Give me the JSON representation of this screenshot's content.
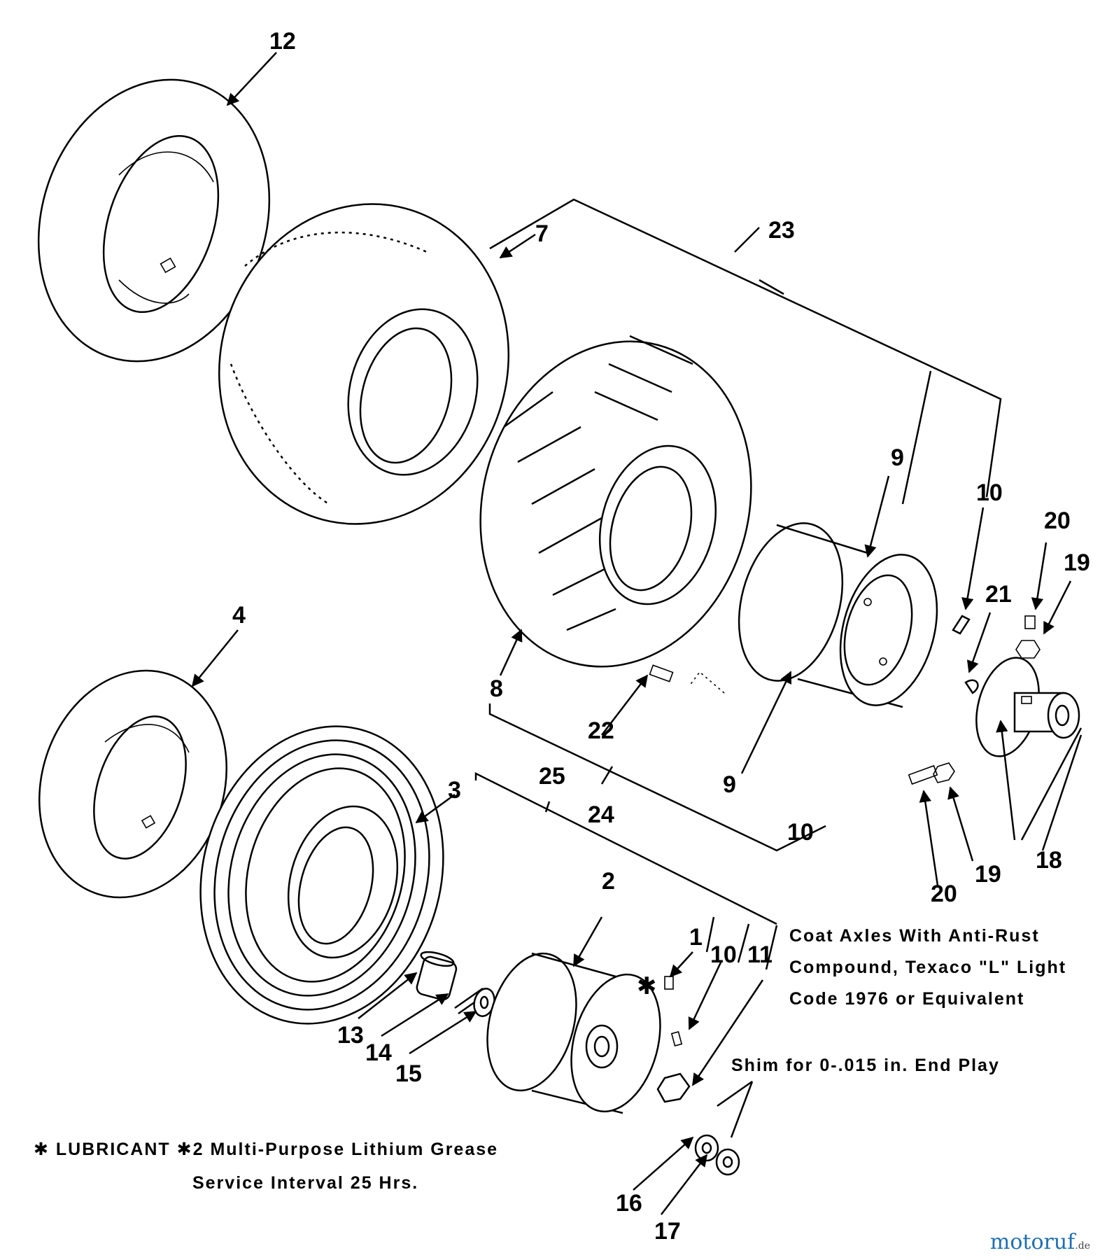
{
  "callouts": [
    {
      "id": "c12",
      "text": "12"
    },
    {
      "id": "c7",
      "text": "7"
    },
    {
      "id": "c23",
      "text": "23"
    },
    {
      "id": "c9a",
      "text": "9"
    },
    {
      "id": "c10a",
      "text": "10"
    },
    {
      "id": "c20a",
      "text": "20"
    },
    {
      "id": "c19a",
      "text": "19"
    },
    {
      "id": "c21",
      "text": "21"
    },
    {
      "id": "c4",
      "text": "4"
    },
    {
      "id": "c8",
      "text": "8"
    },
    {
      "id": "c22",
      "text": "22"
    },
    {
      "id": "c9b",
      "text": "9"
    },
    {
      "id": "c25",
      "text": "25"
    },
    {
      "id": "c3",
      "text": "3"
    },
    {
      "id": "c24",
      "text": "24"
    },
    {
      "id": "c10b",
      "text": "10"
    },
    {
      "id": "c18",
      "text": "18"
    },
    {
      "id": "c19b",
      "text": "19"
    },
    {
      "id": "c20b",
      "text": "20"
    },
    {
      "id": "c2",
      "text": "2"
    },
    {
      "id": "c1",
      "text": "1"
    },
    {
      "id": "c10c",
      "text": "10"
    },
    {
      "id": "c11",
      "text": "11"
    },
    {
      "id": "c13",
      "text": "13"
    },
    {
      "id": "c14",
      "text": "14"
    },
    {
      "id": "c15",
      "text": "15"
    },
    {
      "id": "c16",
      "text": "16"
    },
    {
      "id": "c17",
      "text": "17"
    },
    {
      "id": "cstar",
      "text": "✱"
    }
  ],
  "notes": {
    "coat_line1": "Coat Axles With Anti-Rust",
    "coat_line2": "Compound, Texaco \"L\" Light",
    "coat_line3": "Code 1976 or Equivalent",
    "shim": "Shim  for 0-.015 in. End Play",
    "lube_line1": "✱ LUBRICANT ✱2 Multi-Purpose Lithium Grease",
    "lube_line2": "Service Interval 25 Hrs."
  },
  "watermark": {
    "brand": "motoruf",
    "suffix": ".de",
    "color": "#1f6fb5"
  }
}
